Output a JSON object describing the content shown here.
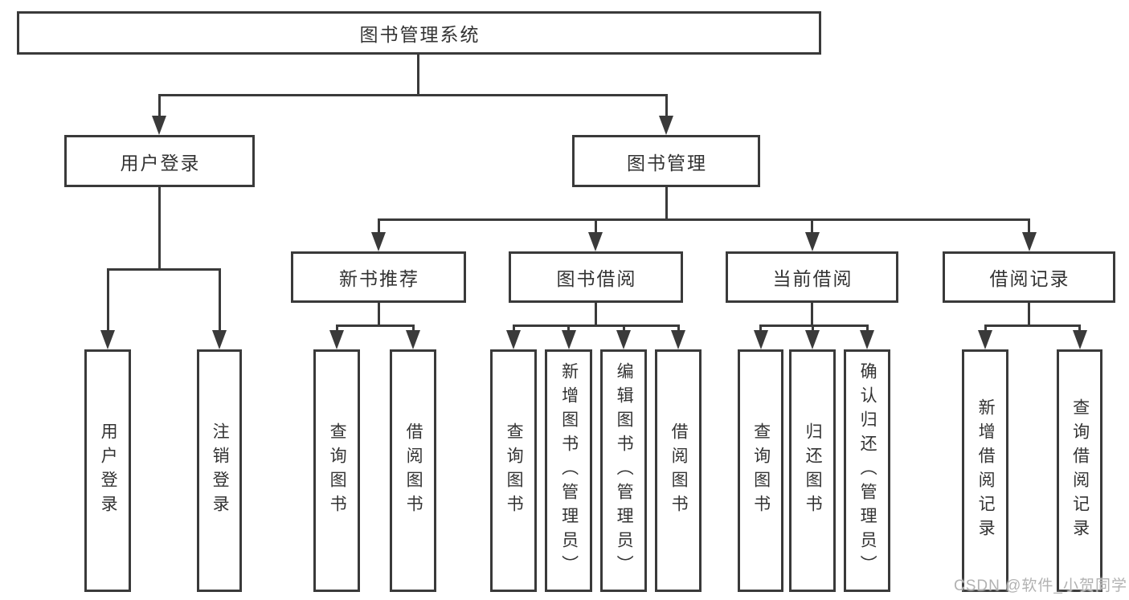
{
  "diagram": {
    "root": {
      "label": "图书管理系统"
    },
    "level2": [
      {
        "label": "用户登录",
        "parent": "图书管理系统"
      },
      {
        "label": "图书管理",
        "parent": "图书管理系统"
      }
    ],
    "level3": [
      {
        "label": "新书推荐",
        "parent": "图书管理"
      },
      {
        "label": "图书借阅",
        "parent": "图书管理"
      },
      {
        "label": "当前借阅",
        "parent": "图书管理"
      },
      {
        "label": "借阅记录",
        "parent": "图书管理"
      }
    ],
    "leaves": [
      {
        "label": "用户登录",
        "parent": "用户登录"
      },
      {
        "label": "注销登录",
        "parent": "用户登录"
      },
      {
        "label": "查询图书",
        "parent": "新书推荐"
      },
      {
        "label": "借阅图书",
        "parent": "新书推荐"
      },
      {
        "label": "查询图书",
        "parent": "图书借阅"
      },
      {
        "label": "新增图书（管理员）",
        "parent": "图书借阅"
      },
      {
        "label": "编辑图书（管理员）",
        "parent": "图书借阅"
      },
      {
        "label": "借阅图书",
        "parent": "图书借阅"
      },
      {
        "label": "查询图书",
        "parent": "当前借阅"
      },
      {
        "label": "归还图书",
        "parent": "当前借阅"
      },
      {
        "label": "确认归还（管理员）",
        "parent": "当前借阅"
      },
      {
        "label": "新增借阅记录",
        "parent": "借阅记录"
      },
      {
        "label": "查询借阅记录",
        "parent": "借阅记录"
      }
    ]
  },
  "watermark": {
    "text": "CSDN @软件_小贺同学"
  },
  "colors": {
    "line": "#3a3a3a",
    "text": "#333333",
    "watermark": "#b2b2b2",
    "background": "#ffffff"
  }
}
